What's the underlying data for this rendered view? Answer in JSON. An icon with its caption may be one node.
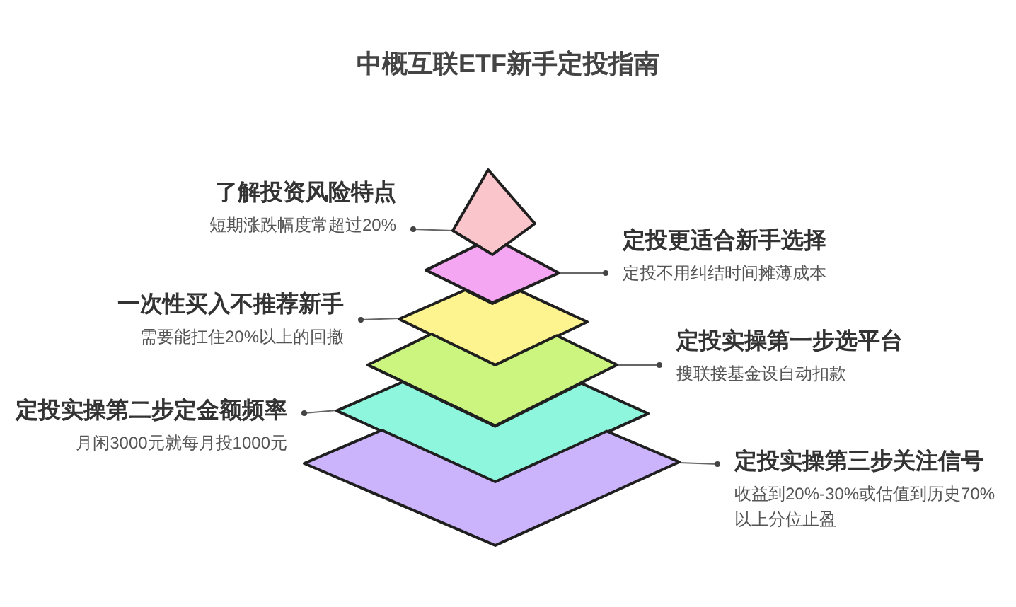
{
  "diagram": {
    "title": "中概互联ETF新手定投指南",
    "nodes": [
      {
        "text": [],
        "shape": "diamond"
      },
      {
        "text": [],
        "shape": "diamond"
      },
      {
        "text": [],
        "shape": "diamond"
      },
      {
        "text": [],
        "shape": "diamond"
      },
      {
        "text": [],
        "shape": "diamond"
      },
      {
        "text": [],
        "shape": "diamond"
      },
      {
        "text": [
          "了解投资风险特点",
          "短期涨跌幅度常超过20%"
        ]
      },
      {
        "text": [
          "定投更适合新手选择",
          "定投不用纠结时间摊薄成本"
        ]
      },
      {
        "text": [
          "一次性买入不推荐新手",
          "需要能扛住20%以上的回撤"
        ]
      },
      {
        "text": [
          "定投实操第一步选平台",
          "搜联接基金设自动扣款"
        ]
      },
      {
        "text": [
          "定投实操第二步定金额频率",
          "月闲3000元就每月投1000元"
        ]
      },
      {
        "text": [
          "定投实操第三步关注信号",
          "收益到20%-30%或估值到历史70%以上分位止盈"
        ]
      }
    ],
    "edges": [
      {
        "from": 6,
        "to": 0,
        "arrow": "other"
      },
      {
        "from": 7,
        "to": 1,
        "arrow": "other"
      },
      {
        "from": 8,
        "to": 2,
        "arrow": "other"
      },
      {
        "from": 9,
        "to": 3,
        "arrow": "other"
      },
      {
        "from": 10,
        "to": 4,
        "arrow": "other"
      },
      {
        "from": 11,
        "to": 5,
        "arrow": "other"
      }
    ]
  }
}
